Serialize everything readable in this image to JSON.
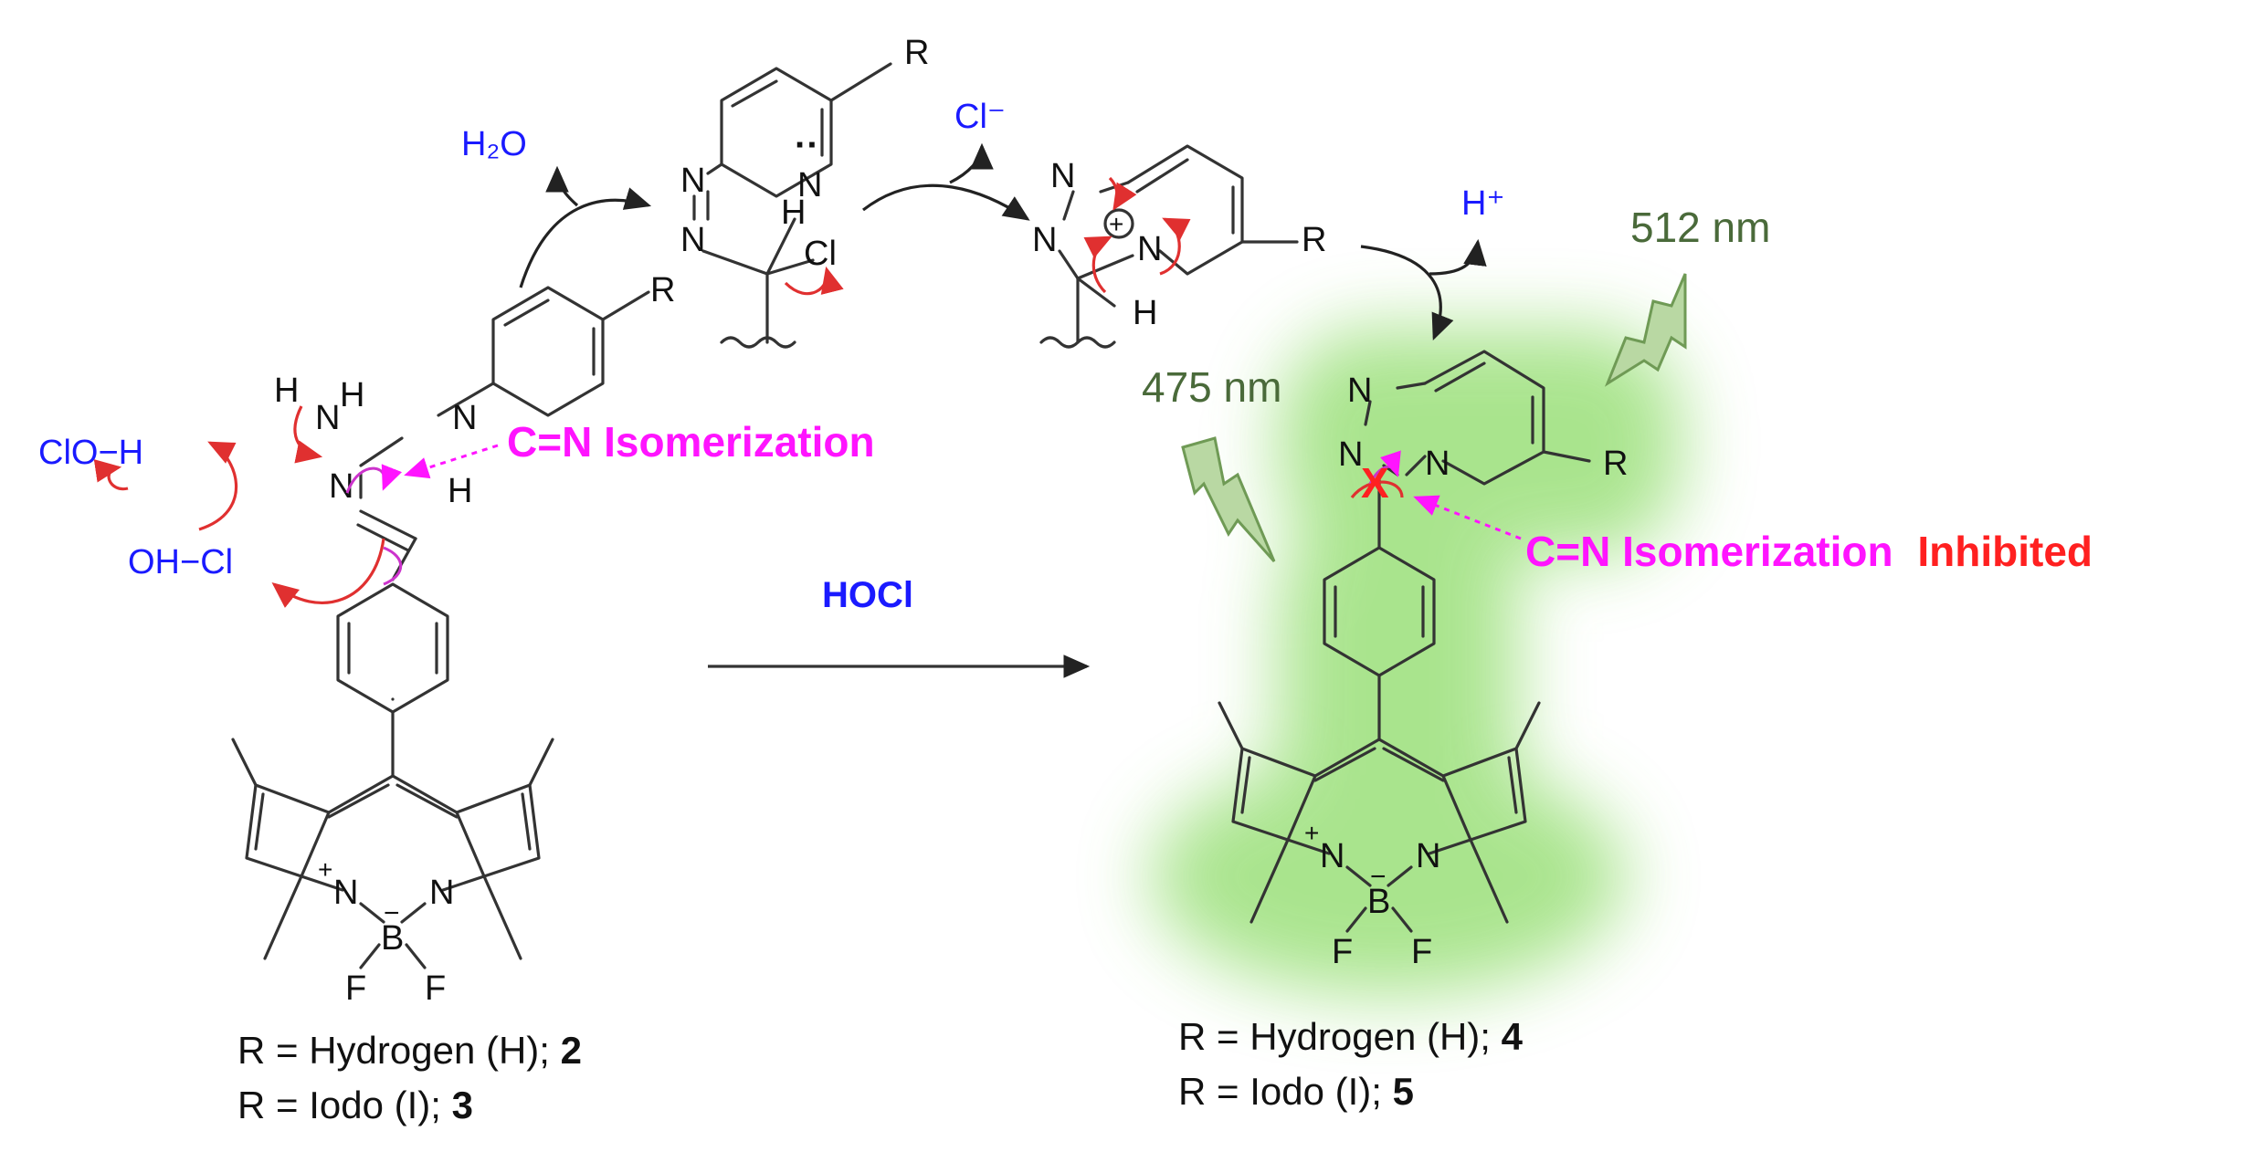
{
  "labels": {
    "h2o": "H₂O",
    "cl_minus": "Cl⁻",
    "h_plus": "H⁺",
    "clo_h": "ClO−H",
    "oh_cl": "OH−Cl",
    "isomerization": "C=N Isomerization",
    "isomerization_product": "C=N Isomerization",
    "inhibited": "Inhibited",
    "reagent": "HOCl",
    "wavelength_excitation": "475 nm",
    "wavelength_emission": "512 nm",
    "blocked_mark": "X"
  },
  "atoms": {
    "r": "R",
    "n": "N",
    "h": "H",
    "cl": "Cl",
    "b": "B",
    "f": "F",
    "plus": "+",
    "minus": "−",
    "lone_pair": "··",
    "charge_plus": "+"
  },
  "captions": {
    "left_line1_pre": "R = Hydrogen (H); ",
    "left_line1_num": "2",
    "left_line2_pre": "R = Iodo (I); ",
    "left_line2_num": "3",
    "right_line1_pre": "R = Hydrogen (H); ",
    "right_line1_num": "4",
    "right_line2_pre": "R = Iodo (I); ",
    "right_line2_num": "5"
  },
  "colors": {
    "reagent_blue": "#1a1aff",
    "isomerization_magenta": "#ff14ff",
    "inhibited_red": "#ff2020",
    "wavelength_olive": "#4a6a3a",
    "glow_green": "#9be07a",
    "arrow_red": "#e03030"
  }
}
